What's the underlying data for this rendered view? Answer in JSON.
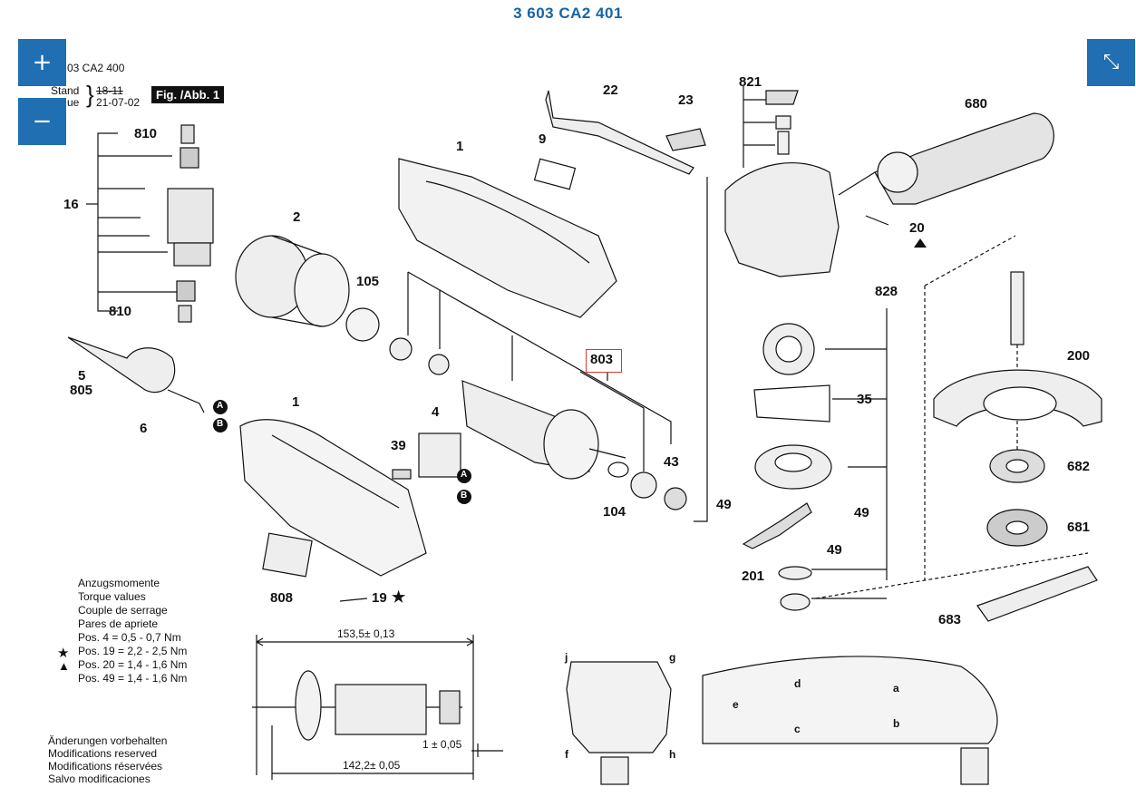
{
  "header": {
    "title": "3 603 CA2 401"
  },
  "controls": {
    "zoom_in": "+",
    "zoom_out": "−",
    "collapse": "⤡"
  },
  "corner": {
    "model": "03 CA2 400",
    "stand_label": "Stand",
    "stand_old": "18-11",
    "issue_label": "ue",
    "issue_date": "21-07-02",
    "fig": "Fig. /Abb. 1"
  },
  "parts": {
    "p810a": "810",
    "p810b": "810",
    "p16": "16",
    "p2": "2",
    "p105": "105",
    "p5": "5",
    "p805": "805",
    "p6": "6",
    "p1a": "1",
    "p1b": "1",
    "p4": "4",
    "p39": "39",
    "p808": "808",
    "p19": "19",
    "p9": "9",
    "p22": "22",
    "p23": "23",
    "p803": "803",
    "p43": "43",
    "p104": "104",
    "p821": "821",
    "p680": "680",
    "p20": "20",
    "p828": "828",
    "p35": "35",
    "p200": "200",
    "p49a": "49",
    "p49b": "49",
    "p49c": "49",
    "p201": "201",
    "p682": "682",
    "p681": "681",
    "p683": "683"
  },
  "connectors": {
    "a": "a",
    "b": "b",
    "c": "c",
    "d": "d",
    "e": "e",
    "f": "f",
    "g": "g",
    "h": "h",
    "j": "j",
    "A": "A",
    "B": "B"
  },
  "torque": {
    "lines": [
      "Anzugsmomente",
      "Torque values",
      "Couple de serrage",
      "Pares de apriete"
    ],
    "pos4": "Pos.   4 = 0,5 - 0,7 Nm",
    "pos19": "Pos. 19 = 2,2 - 2,5 Nm",
    "pos20": "Pos. 20 = 1,4 - 1,6 Nm",
    "pos49": "Pos. 49 = 1,4 - 1,6 Nm",
    "star": "★",
    "triangle": "▲"
  },
  "dims": {
    "overall": "153,5± 0,13",
    "lower": "142,2± 0,05",
    "gap": "1 ± 0,05"
  },
  "disclaimer": [
    "Änderungen vorbehalten",
    "Modifications reserved",
    "Modifications réservées",
    "Salvo modificaciones"
  ],
  "colors": {
    "accent": "#1f6fb2",
    "title": "#1565a6",
    "highlight": "#d23b2b"
  }
}
